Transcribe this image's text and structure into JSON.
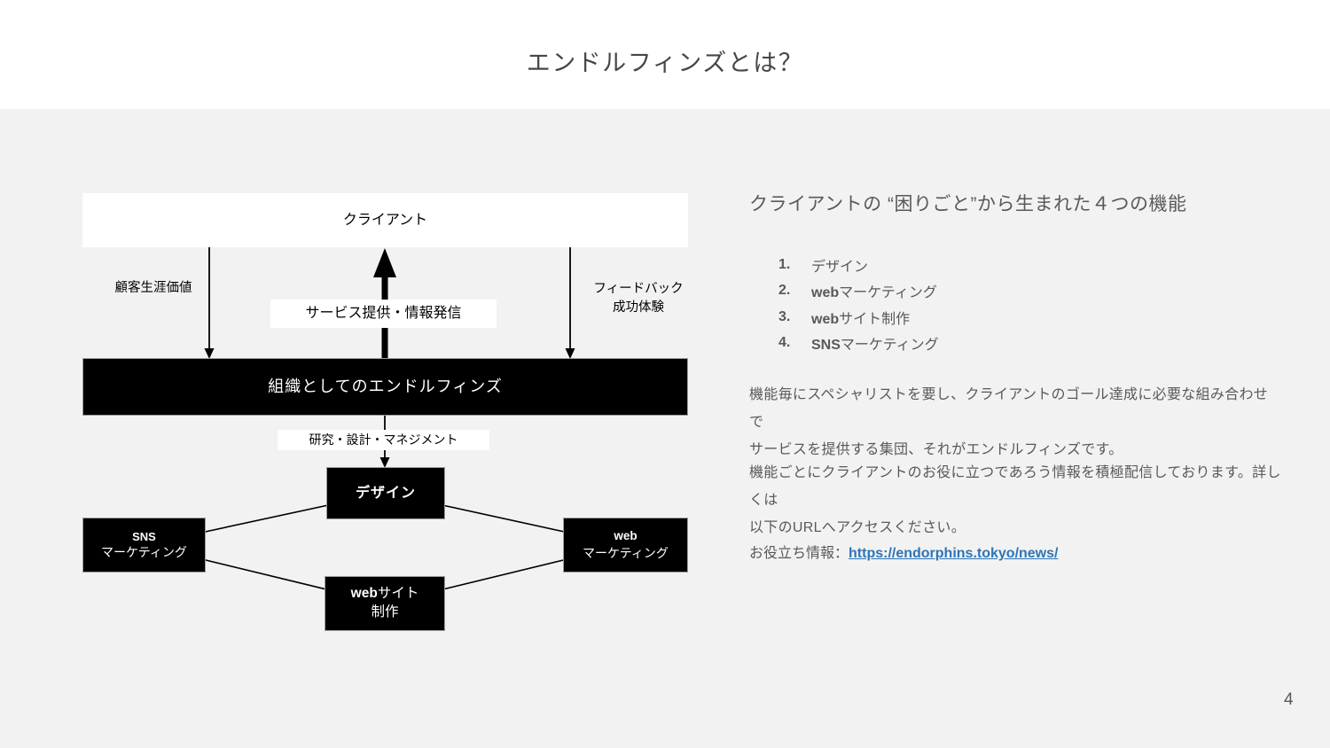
{
  "slide": {
    "title": "エンドルフィンズとは？",
    "page_number": "4"
  },
  "diagram": {
    "client_box": "クライアント",
    "left_flow": "顧客生涯価値",
    "up_flow": "サービス提供・情報発信",
    "right_flow_line1": "フィードバック",
    "right_flow_line2": "成功体験",
    "org_box": "組織としてのエンドルフィンズ",
    "process_bar": "研究・設計・マネジメント",
    "design_box": "デザイン",
    "sns_latin": "SNS",
    "sns_jp": "マーケティング",
    "web_latin": "web",
    "web_jp": "マーケティング",
    "website_latin": "web",
    "website_jp": "サイト",
    "website_line2": "制作"
  },
  "content": {
    "heading": "クライアントの “困りごと”から生まれた４つの機能",
    "list": [
      {
        "num": "1.",
        "latin": "",
        "jp": "デザイン"
      },
      {
        "num": "2.",
        "latin": "web",
        "jp": "マーケティング"
      },
      {
        "num": "3.",
        "latin": "web",
        "jp": "サイト制作"
      },
      {
        "num": "4.",
        "latin": "SNS",
        "jp": "マーケティング"
      }
    ],
    "paragraph1": "機能毎にスペシャリストを要し、クライアントのゴール達成に必要な組み合わせで\nサービスを提供する集団、それがエンドルフィンズです。",
    "paragraph2": "機能ごとにクライアントのお役に立つであろう情報を積極配信しております。詳しくは\n以下のURLへアクセスください。",
    "link_label": "お役立ち情報：",
    "link_url": "https://endorphins.tokyo/news/"
  },
  "colors": {
    "slide_bg": "#f2f2f2",
    "header_bg": "#ffffff",
    "text_gray": "#595959",
    "link_blue": "#2e75b6",
    "box_black": "#000000"
  }
}
